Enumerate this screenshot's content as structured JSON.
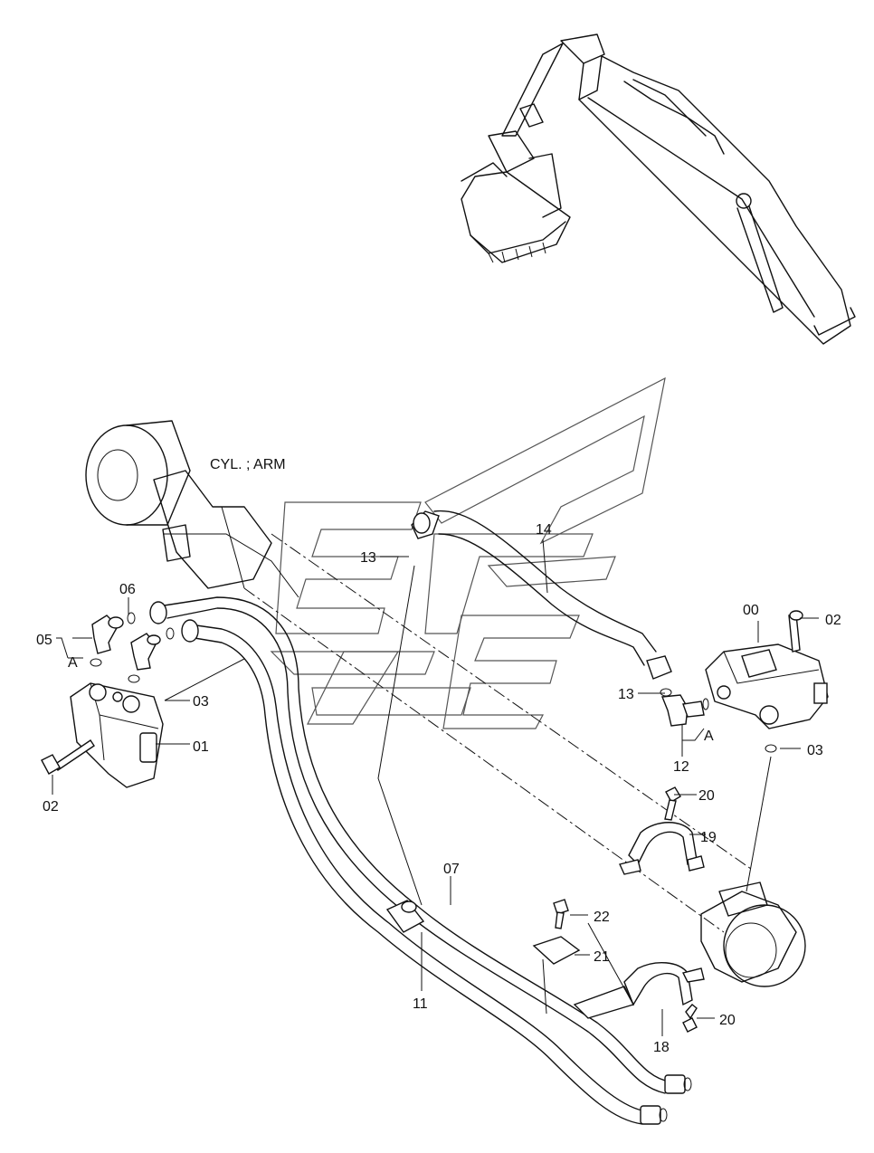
{
  "title": "CYL. ; ARM",
  "labels": {
    "p00": "00",
    "p01": "01",
    "p02a": "02",
    "p02b": "02",
    "p03a": "03",
    "p03b": "03",
    "p05": "05",
    "p06": "06",
    "p07": "07",
    "p11": "11",
    "p12": "12",
    "p13a": "13",
    "p13b": "13",
    "p14": "14",
    "p18": "18",
    "p19": "19",
    "p20a": "20",
    "p20b": "20",
    "p21": "21",
    "p22": "22",
    "refA1": "A",
    "refA2": "A"
  }
}
